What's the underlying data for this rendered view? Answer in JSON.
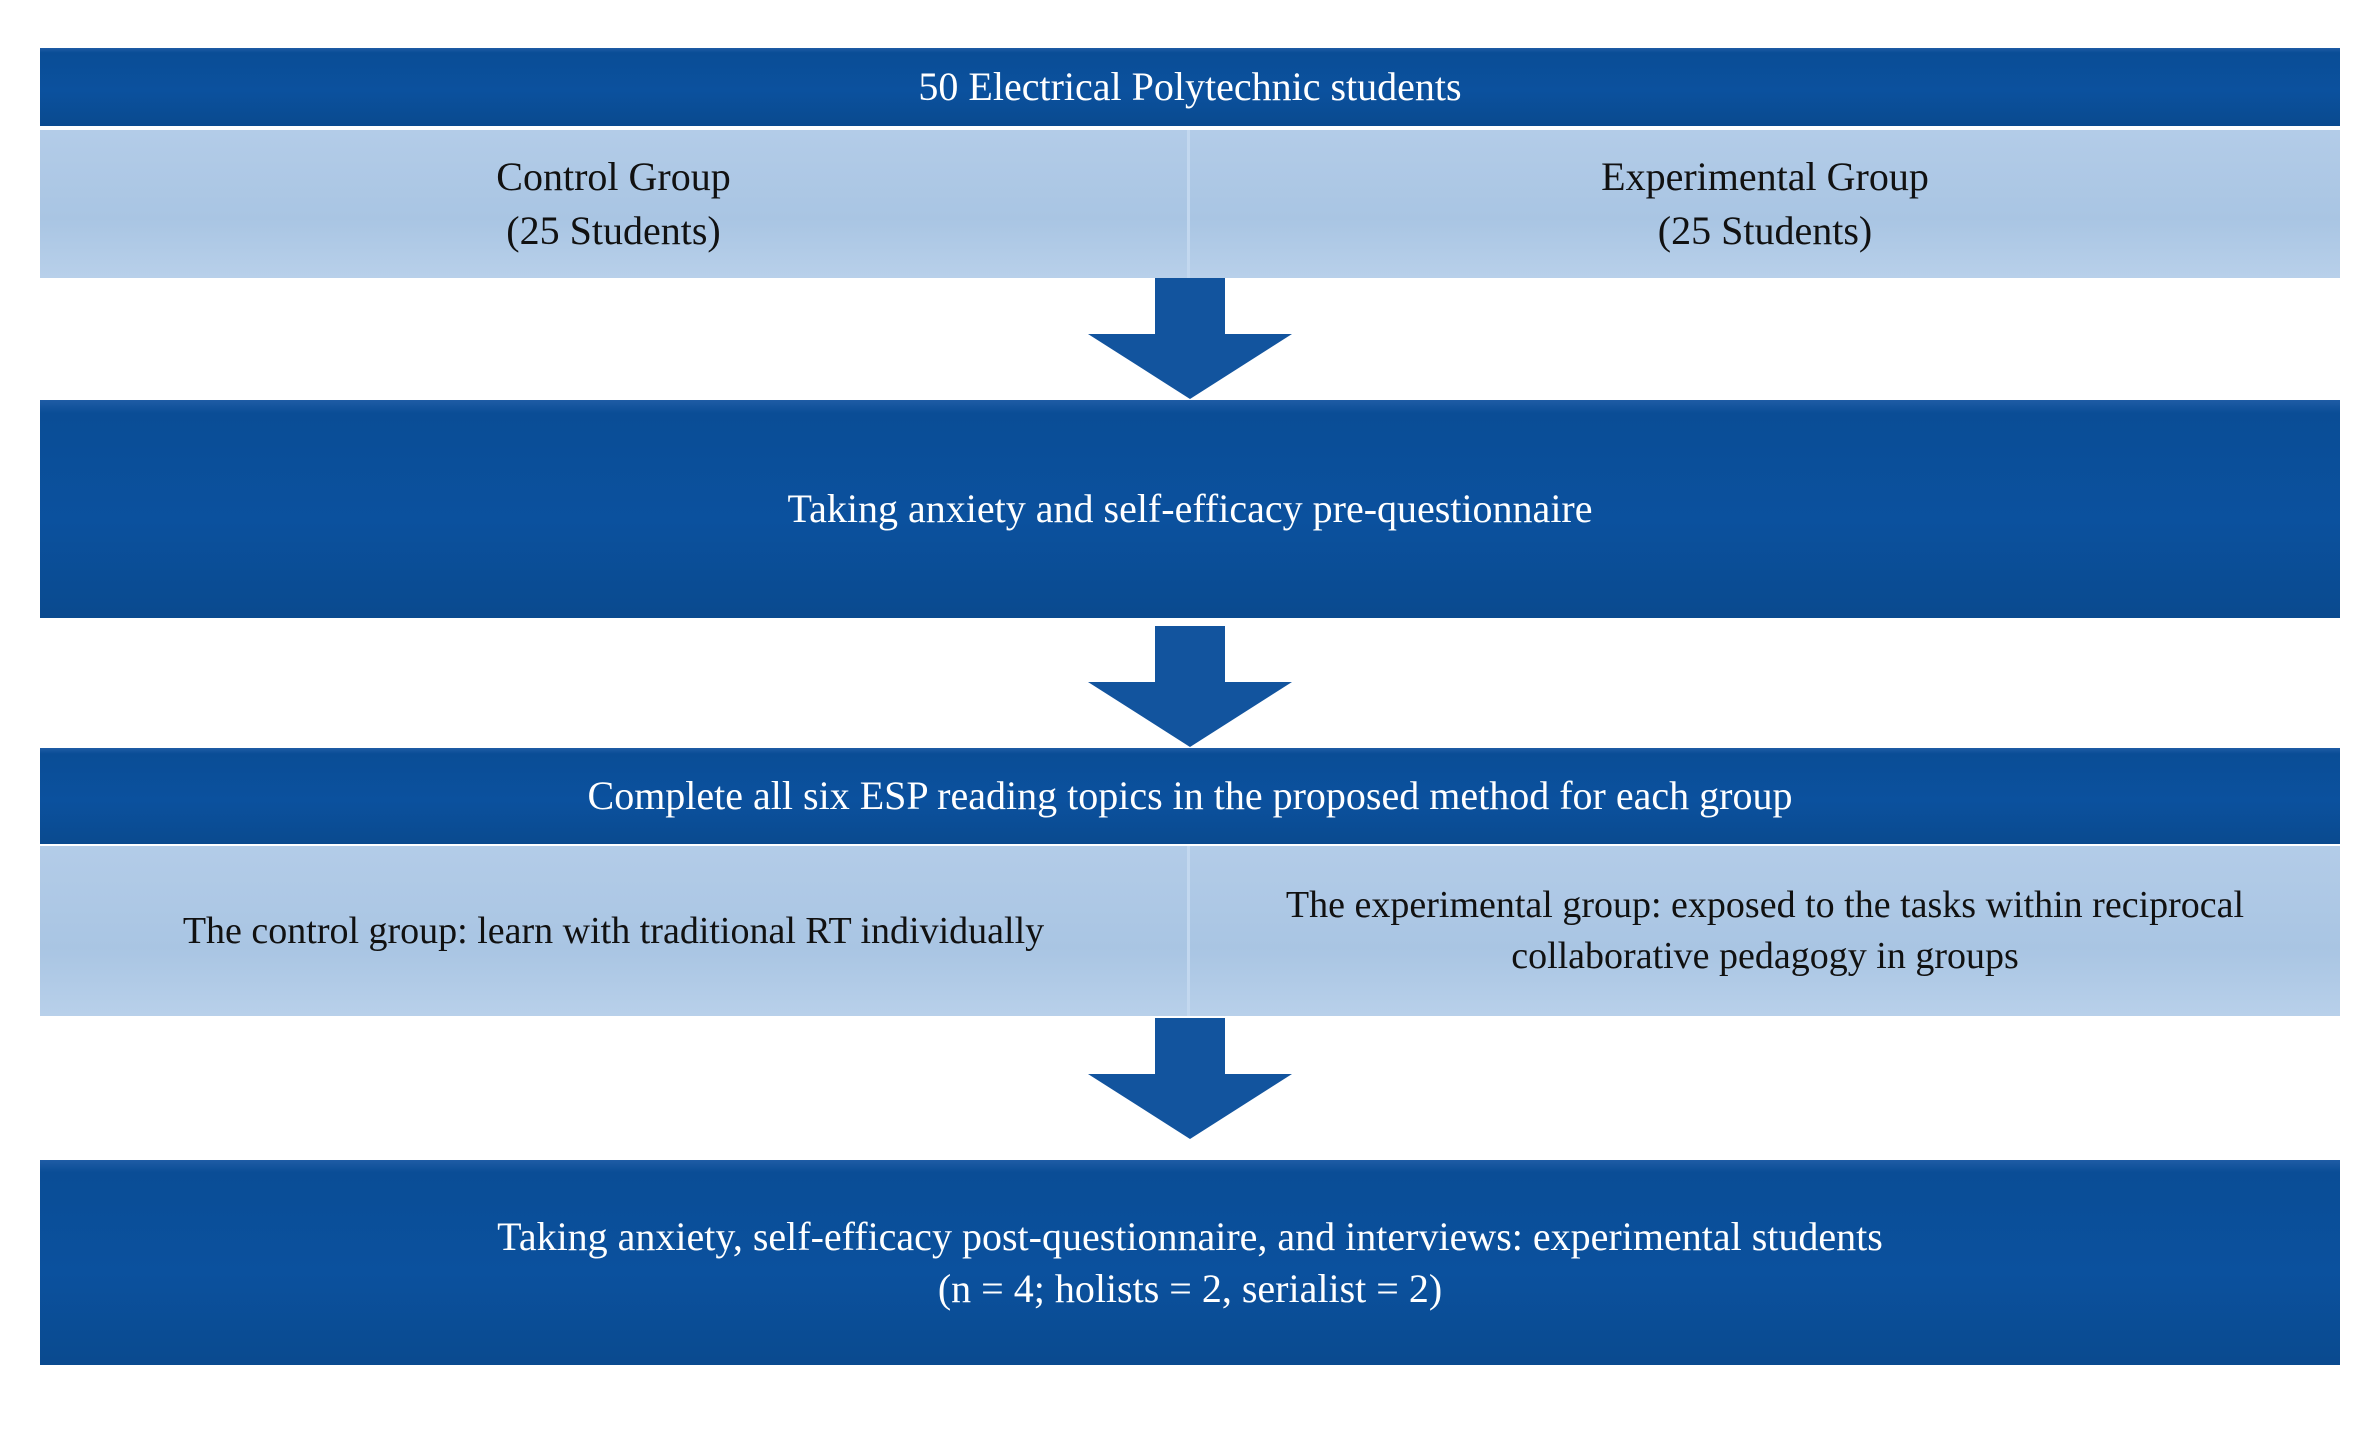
{
  "diagram": {
    "type": "flowchart",
    "orientation": "vertical",
    "colors": {
      "dark_blue": "#0b519e",
      "light_blue": "#aac7e5",
      "arrow_blue": "#12549e",
      "dark_text": "#111111",
      "light_text": "#ffffff",
      "background": "#ffffff"
    },
    "stages": [
      {
        "id": "participants",
        "title": "50 Electrical Polytechnic students",
        "columns": [
          {
            "label": "Control Group",
            "sublabel": "(25 Students)"
          },
          {
            "label": "Experimental Group",
            "sublabel": "(25 Students)"
          }
        ]
      },
      {
        "id": "pre-questionnaire",
        "title": "Taking anxiety and self-efficacy pre-questionnaire"
      },
      {
        "id": "treatment",
        "title": "Complete all six ESP reading topics in the proposed method for each group",
        "columns": [
          {
            "label": "The control group: learn with traditional RT individually"
          },
          {
            "label": "The experimental group: exposed to the tasks within reciprocal collaborative pedagogy in groups"
          }
        ]
      },
      {
        "id": "post-questionnaire",
        "title": "Taking anxiety, self-efficacy post-questionnaire, and interviews: experimental students",
        "subtitle": "(n = 4; holists = 2, serialist = 2)"
      }
    ],
    "connectors": [
      {
        "id": "arrow-1",
        "icon": "down-arrow-icon",
        "from": "participants",
        "to": "pre-questionnaire"
      },
      {
        "id": "arrow-2",
        "icon": "down-arrow-icon",
        "from": "pre-questionnaire",
        "to": "treatment"
      },
      {
        "id": "arrow-3",
        "icon": "down-arrow-icon",
        "from": "treatment",
        "to": "post-questionnaire"
      }
    ]
  }
}
